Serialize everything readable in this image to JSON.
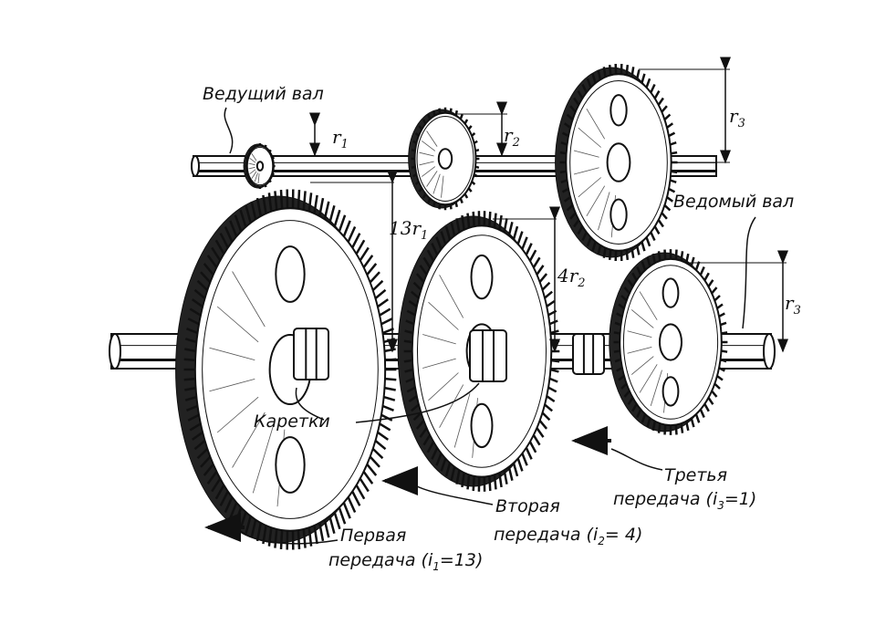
{
  "labels": {
    "driving_shaft": "Ведущий вал",
    "driven_shaft": "Ведомый вал",
    "carriages": "Каретки",
    "third_gear_l1": "Третья",
    "third_gear_l2": "передача (",
    "third_gear_ratio": "i",
    "third_gear_ratio_sub": "3",
    "third_gear_ratio_val": "=1)",
    "second_gear_l1": "Вторая",
    "second_gear_l2": "передача (",
    "second_gear_ratio": "i",
    "second_gear_ratio_sub": "2",
    "second_gear_ratio_val": "= 4)",
    "first_gear_l1": "Первая",
    "first_gear_l2": "передача (",
    "first_gear_ratio": "i",
    "first_gear_ratio_sub": "1",
    "first_gear_ratio_val": "=13)"
  },
  "dimensions": {
    "r1": {
      "base": "r",
      "sub": "1",
      "prefix": ""
    },
    "r2": {
      "base": "r",
      "sub": "2",
      "prefix": ""
    },
    "r3_top": {
      "base": "r",
      "sub": "3",
      "prefix": ""
    },
    "r3_bottom": {
      "base": "r",
      "sub": "3",
      "prefix": ""
    },
    "r13": {
      "base": "r",
      "sub": "1",
      "prefix": "13"
    },
    "r4": {
      "base": "r",
      "sub": "2",
      "prefix": "4"
    }
  },
  "colors": {
    "ink": "#111111",
    "paper": "#ffffff"
  }
}
